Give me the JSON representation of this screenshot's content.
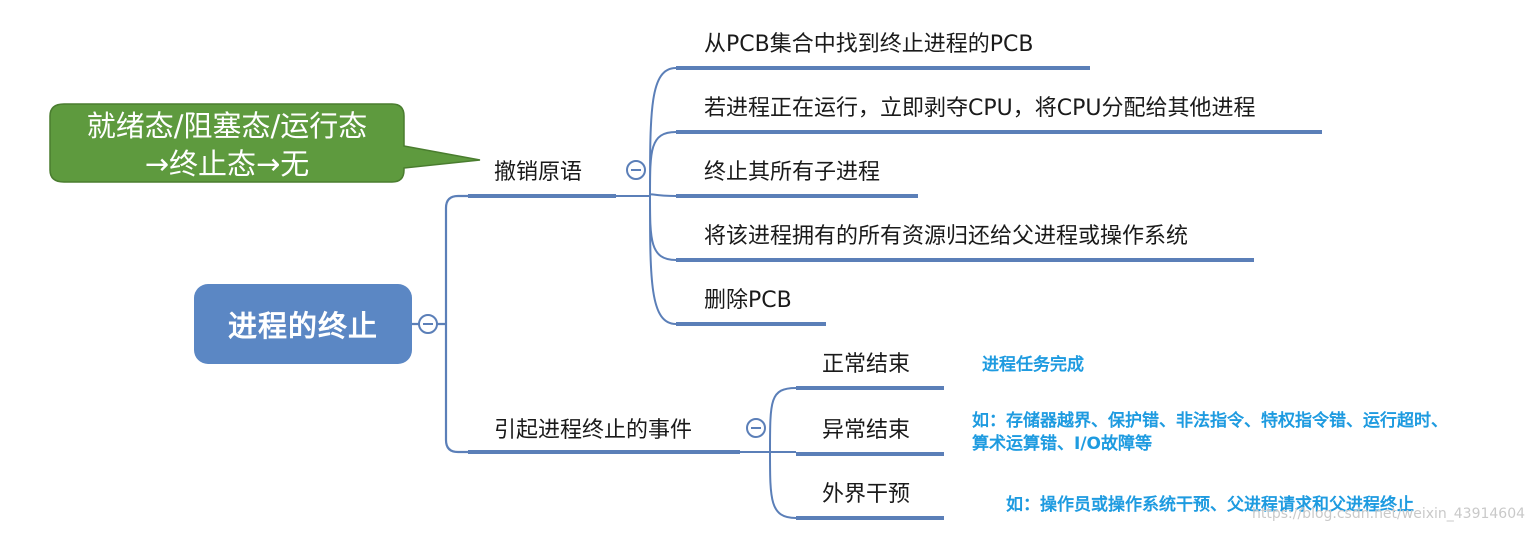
{
  "colors": {
    "root_fill": "#5b87c4",
    "line": "#5b7fb8",
    "callout_fill": "#5e9a3e",
    "note_text": "#1e9be0"
  },
  "root": {
    "label": "进程的终止"
  },
  "callout": {
    "line1": "就绪态/阻塞态/运行态",
    "line2": "→终止态→无"
  },
  "branches": [
    {
      "label": "撤销原语",
      "children": [
        {
          "label": "从PCB集合中找到终止进程的PCB"
        },
        {
          "label": "若进程正在运行，立即剥夺CPU，将CPU分配给其他进程"
        },
        {
          "label": "终止其所有子进程"
        },
        {
          "label": "将该进程拥有的所有资源归还给父进程或操作系统"
        },
        {
          "label": "删除PCB"
        }
      ]
    },
    {
      "label": "引起进程终止的事件",
      "children": [
        {
          "label": "正常结束",
          "note": "进程任务完成"
        },
        {
          "label": "异常结束",
          "note_line1": "如：存储器越界、保护错、非法指令、特权指令错、运行超时、",
          "note_line2": "算术运算错、I/O故障等"
        },
        {
          "label": "外界干预",
          "note": "如：操作员或操作系统干预、父进程请求和父进程终止"
        }
      ]
    }
  ],
  "watermark": "https://blog.csdn.net/weixin_43914604"
}
